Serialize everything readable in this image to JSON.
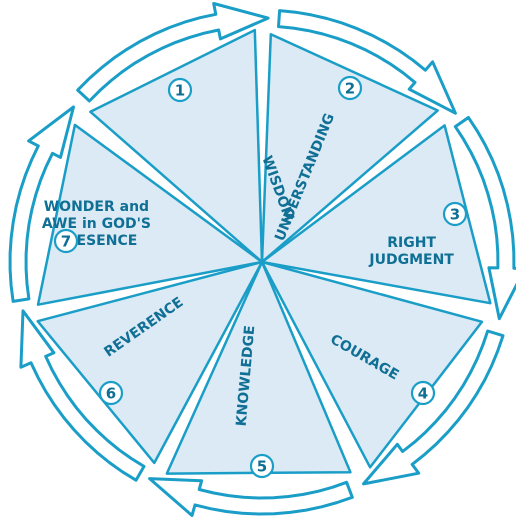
{
  "diagram": {
    "colors": {
      "stroke": "#1a9ec7",
      "fill": "#dbeaf5",
      "text": "#0f6f94",
      "bg": "#ffffff"
    },
    "segments": [
      {
        "number": "1",
        "lines": [
          "WISDOM"
        ]
      },
      {
        "number": "2",
        "lines": [
          "UNDERSTANDING"
        ]
      },
      {
        "number": "3",
        "lines": [
          "RIGHT",
          "JUDGMENT"
        ]
      },
      {
        "number": "4",
        "lines": [
          "COURAGE"
        ]
      },
      {
        "number": "5",
        "lines": [
          "KNOWLEDGE"
        ]
      },
      {
        "number": "6",
        "lines": [
          "REVERENCE"
        ]
      },
      {
        "number": "7",
        "lines": [
          "WONDER and",
          "AWE in GOD'S",
          "PRESENCE"
        ]
      }
    ]
  }
}
